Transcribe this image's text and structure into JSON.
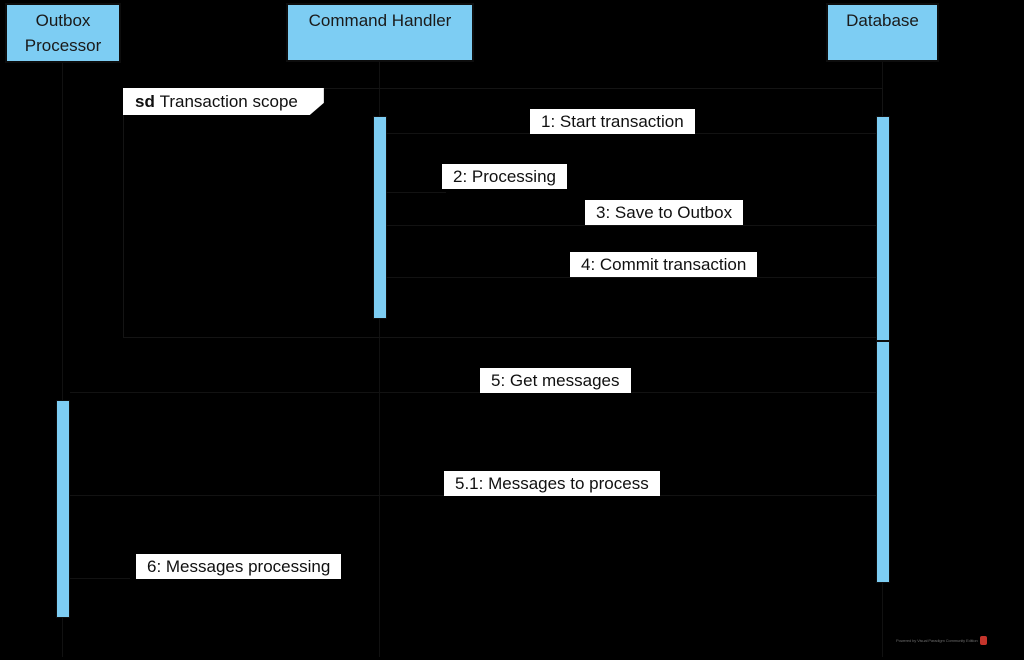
{
  "diagram": {
    "type": "uml-sequence-diagram",
    "background_color": "#000000",
    "participant_fill": "#7DCDF3",
    "participant_border": "#0D0D0D",
    "label_fill": "#FFFFFF",
    "label_text_color": "#101010",
    "accent_color": "#C4342B"
  },
  "participants": [
    {
      "id": "outbox",
      "name": "Outbox\nProcessor",
      "line1": "Outbox",
      "line2": "Processor"
    },
    {
      "id": "handler",
      "name": "Command Handler",
      "line1": "Command Handler",
      "line2": ""
    },
    {
      "id": "database",
      "name": "Database",
      "line1": "Database",
      "line2": ""
    }
  ],
  "fragment": {
    "keyword": "sd",
    "title": "Transaction scope",
    "full_label": "sd Transaction scope"
  },
  "messages": [
    {
      "number": "1",
      "text": "1: Start transaction",
      "from": "handler",
      "to": "database"
    },
    {
      "number": "2",
      "text": "2: Processing",
      "from": "handler",
      "to": "handler"
    },
    {
      "number": "3",
      "text": "3: Save to Outbox",
      "from": "handler",
      "to": "database"
    },
    {
      "number": "4",
      "text": "4: Commit transaction",
      "from": "handler",
      "to": "database"
    },
    {
      "number": "5",
      "text": "5: Get messages",
      "from": "outbox",
      "to": "database"
    },
    {
      "number": "5.1",
      "text": "5.1: Messages to process",
      "from": "database",
      "to": "outbox"
    },
    {
      "number": "6",
      "text": "6: Messages processing",
      "from": "outbox",
      "to": "outbox"
    }
  ],
  "watermark": {
    "text": "Powered by Visual Paradigm Community Edition"
  }
}
